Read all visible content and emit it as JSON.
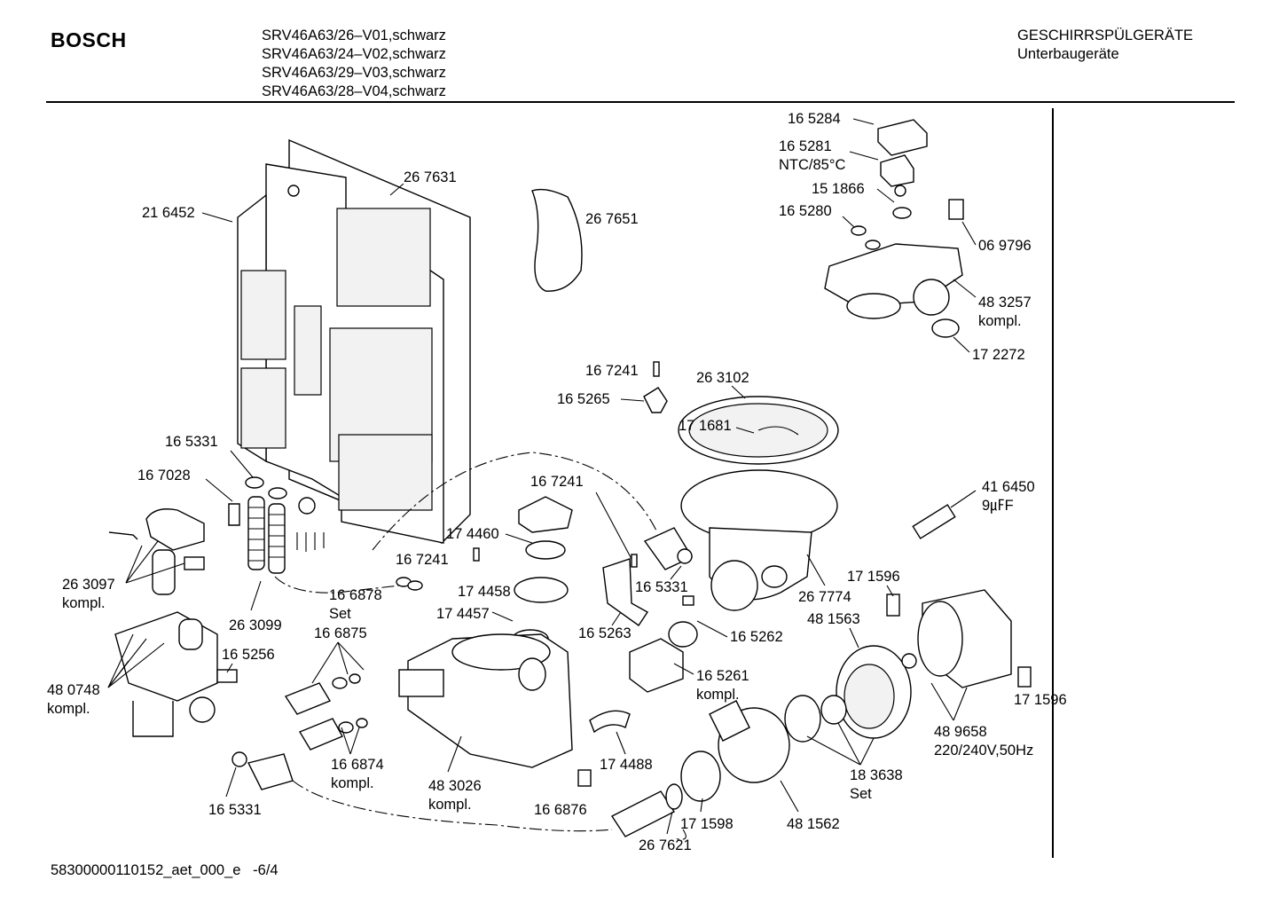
{
  "header": {
    "brand": "BOSCH",
    "models": [
      "SRV46A63/26–V01,schwarz",
      "SRV46A63/24–V02,schwarz",
      "SRV46A63/29–V03,schwarz",
      "SRV46A63/28–V04,schwarz"
    ],
    "category_line1": "GESCHIRRSPÜLGERÄTE",
    "category_line2": "Unterbaugeräte"
  },
  "footer": {
    "doc_ref": "58300000110152_aet_000_e   -6/4"
  },
  "parts": {
    "p165284": "16 5284",
    "p165281": "16 5281",
    "p165281_note": "NTC/85°C",
    "p151866": "15 1866",
    "p165280": "16 5280",
    "p069796": "06 9796",
    "p483257": "48 3257",
    "p483257_note": "kompl.",
    "p172272": "17 2272",
    "p267631": "26 7631",
    "p216452": "21 6452",
    "p267651": "26 7651",
    "p167241_a": "16 7241",
    "p165265": "16 5265",
    "p263102": "26 3102",
    "p171681": "17 1681",
    "p165331_a": "16 5331",
    "p167028": "16 7028",
    "p167241_b": "16 7241",
    "p416450": "41 6450",
    "p416450_note": "9㎌F",
    "p174460": "17 4460",
    "p167241_c": "16 7241",
    "p263097": "26 3097",
    "p263097_note": "kompl.",
    "p166878": "16 6878",
    "p166878_note": "Set",
    "p174458": "17 4458",
    "p165331_b": "16 5331",
    "p171596_a": "17 1596",
    "p267774": "26 7774",
    "p263099": "26 3099",
    "p166875": "16 6875",
    "p174457": "17 4457",
    "p165263": "16 5263",
    "p165262": "16 5262",
    "p481563": "48 1563",
    "p165256": "16 5256",
    "p165261": "16 5261",
    "p165261_note": "kompl.",
    "p480748": "48 0748",
    "p480748_note": "kompl.",
    "p171596_b": "17 1596",
    "p489658": "48 9658",
    "p489658_note": "220/240V,50Hz",
    "p174488": "17 4488",
    "p166874": "16 6874",
    "p166874_note": "kompl.",
    "p483026": "48 3026",
    "p483026_note": "kompl.",
    "p183638": "18 3638",
    "p183638_note": "Set",
    "p165331_c": "16 5331",
    "p166876": "16 6876",
    "p171598": "17 1598",
    "p481562": "48 1562",
    "p267621": "26 7621"
  }
}
